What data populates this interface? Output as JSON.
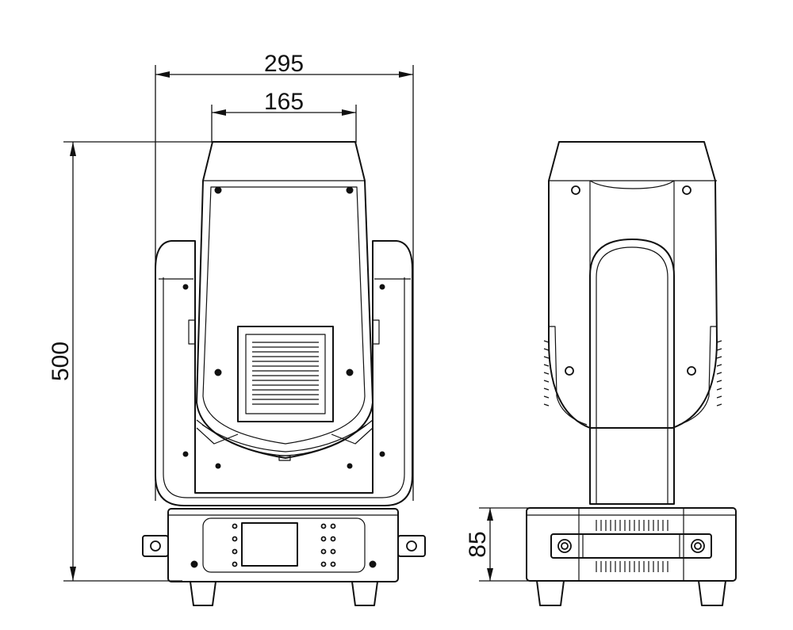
{
  "dimensions": {
    "overall_width": "295",
    "head_width": "165",
    "overall_height": "500",
    "base_height": "85"
  },
  "colors": {
    "line": "#111111",
    "background": "#ffffff"
  }
}
